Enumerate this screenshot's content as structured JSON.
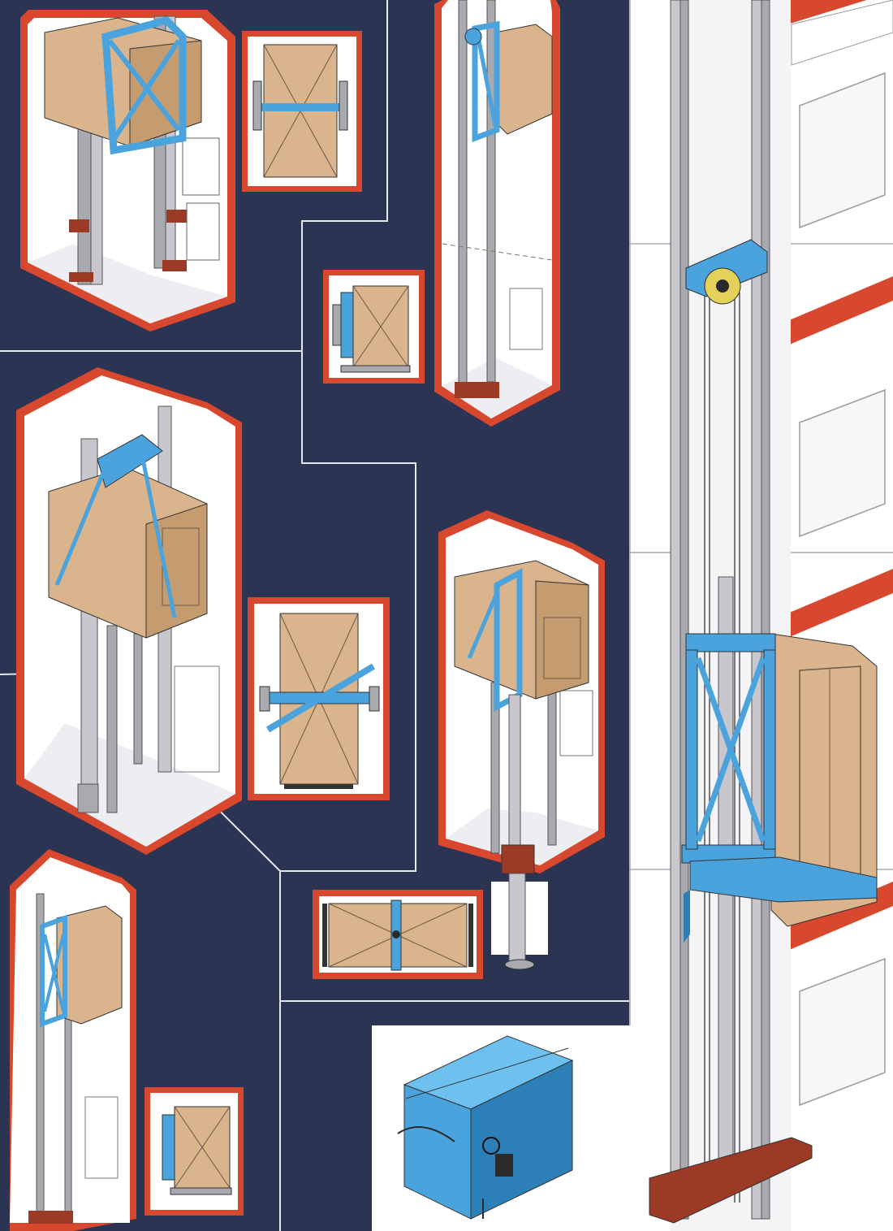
{
  "palette": {
    "navy": "#2b3452",
    "divider": "#e6e8ef",
    "wall": "#d8482e",
    "shaft": "#ffffff",
    "shade": "#eceef1",
    "car": "#d9b48c",
    "car_dark": "#b88f64",
    "frame": "#4aa3dc",
    "frame_dark": "#2d7fb8",
    "rail": "#a9a9b0",
    "ink": "#2a2a2a",
    "base": "#9c3a26"
  },
  "figures": [
    {
      "kind": "shaft",
      "label": "two-post-rail-elevator-shaft"
    },
    {
      "kind": "plan",
      "label": "twin-rail-car-plan"
    },
    {
      "kind": "shaft",
      "label": "side-rail-elevator-shaft"
    },
    {
      "kind": "plan",
      "label": "side-rail-car-plan"
    },
    {
      "kind": "shaft",
      "label": "hydraulic-sling-elevator-shaft"
    },
    {
      "kind": "plan",
      "label": "hydraulic-sling-car-plan"
    },
    {
      "kind": "shaft",
      "label": "direct-plunger-elevator-shaft"
    },
    {
      "kind": "plan",
      "label": "through-car-plan"
    },
    {
      "kind": "shaft",
      "label": "narrow-elevator-shaft"
    },
    {
      "kind": "plan",
      "label": "narrow-car-plan"
    },
    {
      "kind": "shaft",
      "label": "main-traction-elevator-shaft"
    },
    {
      "kind": "unit",
      "label": "hydraulic-power-unit"
    }
  ]
}
